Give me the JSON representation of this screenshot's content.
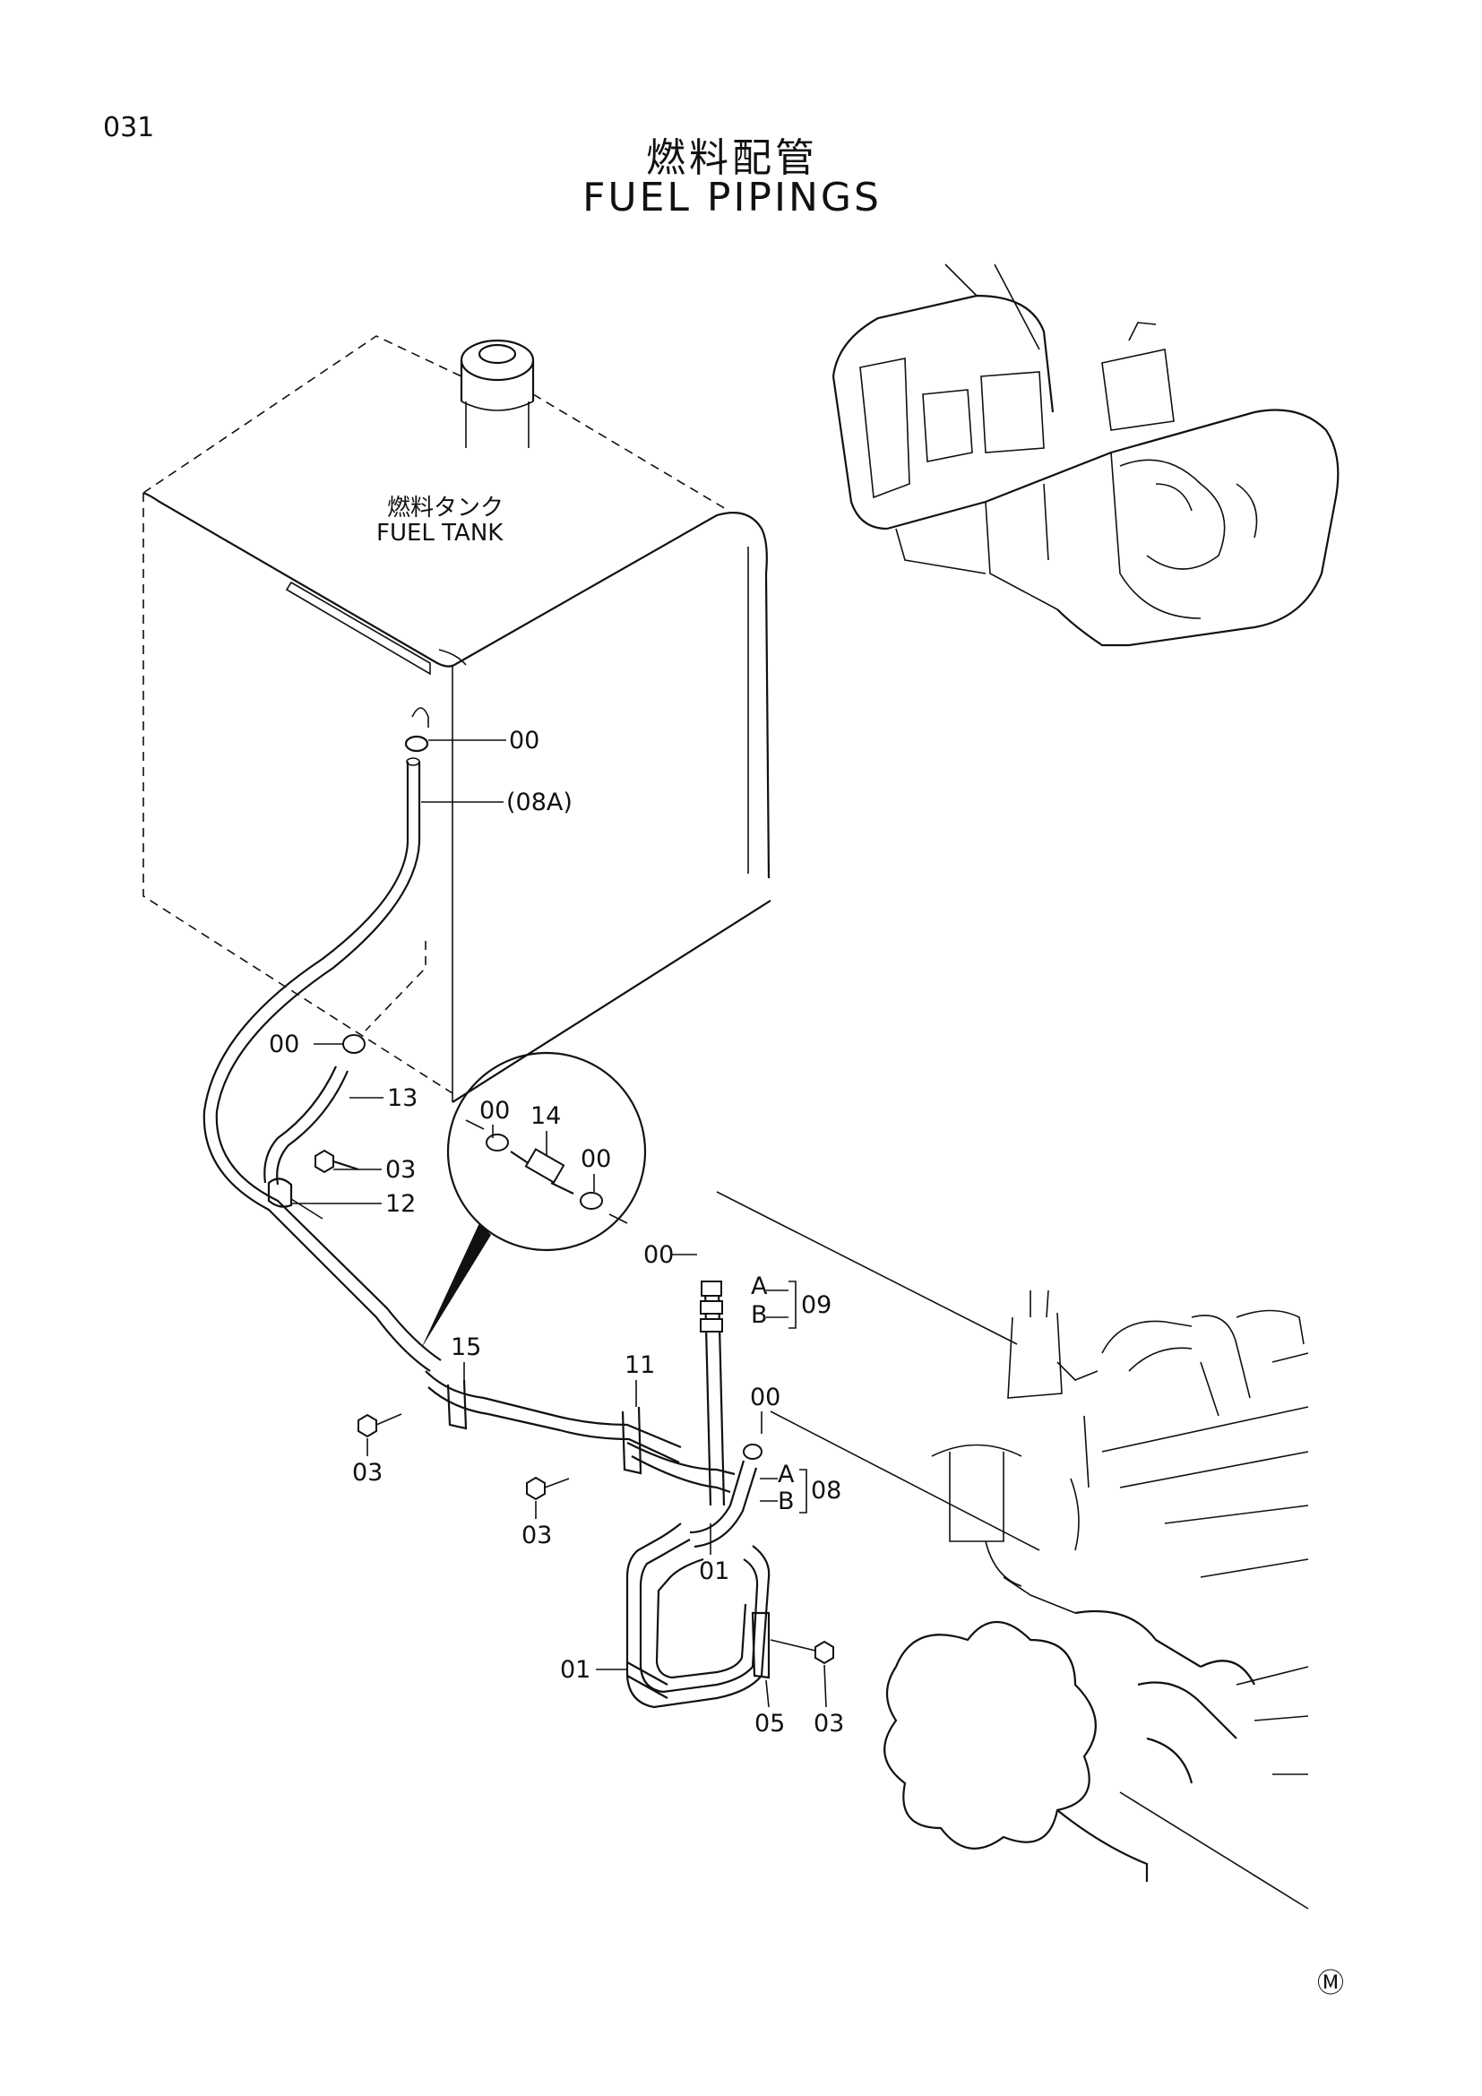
{
  "page_number": "031",
  "title_jp": "燃料配管",
  "title_en": "FUEL PIPINGS",
  "tank_label_jp": "燃料タンク",
  "tank_label_en": "FUEL TANK",
  "callouts": {
    "c00_a": "00",
    "c08a": "(08A)",
    "c00_b": "00",
    "c13": "13",
    "c03_a": "03",
    "c12": "12",
    "c00_c": "00",
    "c14": "14",
    "c00_d": "00",
    "c00_e": "00",
    "cA_09": "A",
    "cB_09": "B",
    "c09": "09",
    "c15": "15",
    "c11": "11",
    "c00_f": "00",
    "cA_08": "A",
    "cB_08": "B",
    "c08": "08",
    "c03_b": "03",
    "c03_c": "03",
    "c01_a": "01",
    "c01_b": "01",
    "c05": "05",
    "c03_d": "03"
  },
  "mark": "Ⓜ"
}
